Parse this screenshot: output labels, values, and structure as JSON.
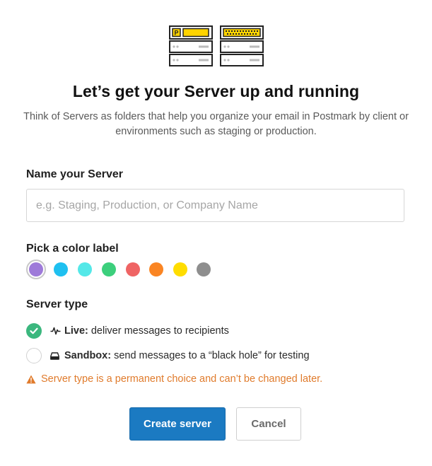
{
  "hero": {
    "icon_left": "server-rack-icon",
    "icon_right": "server-rack-keyboard-icon",
    "badge_letter": "P",
    "accent": "#ffd400"
  },
  "title": "Let’s get your Server up and running",
  "subtitle": "Think of Servers as folders that help you organize your email in Postmark by client or environments such as staging or production.",
  "name_section": {
    "label": "Name your Server",
    "placeholder": "e.g. Staging, Production, or Company Name",
    "value": ""
  },
  "color_section": {
    "label": "Pick a color label",
    "selected": "purple",
    "colors": [
      {
        "name": "purple",
        "hex": "#9e7ad9"
      },
      {
        "name": "blue",
        "hex": "#1fc0f0"
      },
      {
        "name": "cyan",
        "hex": "#54e8e8"
      },
      {
        "name": "green",
        "hex": "#3ccf7c"
      },
      {
        "name": "red",
        "hex": "#ef6464"
      },
      {
        "name": "orange",
        "hex": "#fa8523"
      },
      {
        "name": "yellow",
        "hex": "#ffdd00"
      },
      {
        "name": "gray",
        "hex": "#8e8e8e"
      }
    ]
  },
  "type_section": {
    "label": "Server type",
    "options": [
      {
        "key": "live",
        "icon": "activity-pulse-icon",
        "name": "Live:",
        "description": "deliver messages to recipients",
        "selected": true
      },
      {
        "key": "sandbox",
        "icon": "inbox-tray-icon",
        "name": "Sandbox:",
        "description": "send messages to a “black hole” for testing",
        "selected": false
      }
    ],
    "warning": "Server type is a permanent choice and can’t be changed later.",
    "warning_color": "#e07b2c"
  },
  "actions": {
    "create_label": "Create server",
    "cancel_label": "Cancel",
    "primary_color": "#1b7ac2"
  }
}
